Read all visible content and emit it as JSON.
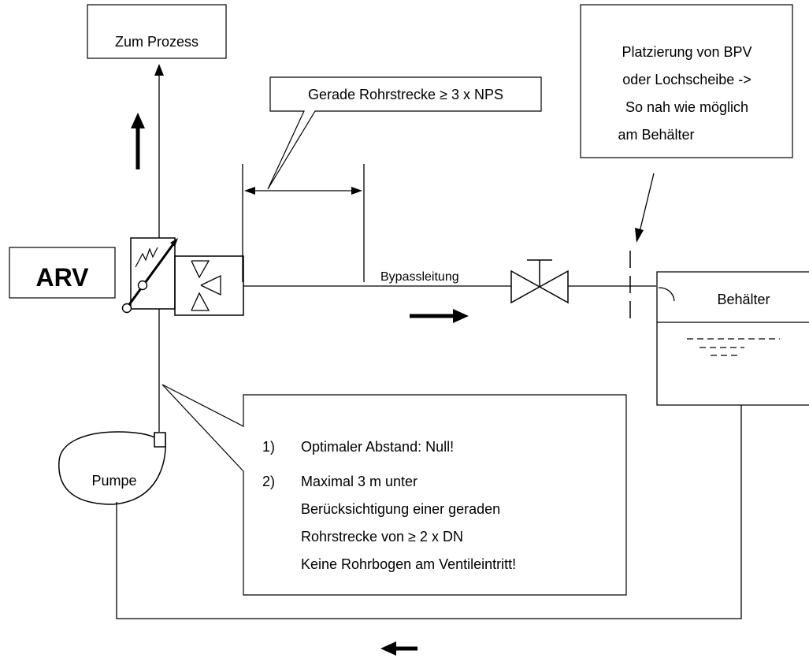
{
  "labels": {
    "process": "Zum Prozess",
    "arv": "ARV",
    "straight_pipe": "Gerade Rohrstrecke ≥ 3 x NPS",
    "placement_lines": [
      "Platzierung von BPV",
      "oder Lochscheibe ->",
      "So nah wie möglich",
      "am Behälter"
    ],
    "bypass": "Bypassleitung",
    "tank": "Behälter",
    "pump": "Pumpe"
  },
  "notes": [
    {
      "num": "1)",
      "lines": [
        "Optimaler Abstand: Null!"
      ]
    },
    {
      "num": "2)",
      "lines": [
        "Maximal 3 m unter",
        "Berücksichtigung einer geraden",
        "Rohrstrecke von ≥ 2 x DN",
        "Keine Rohrbogen am Ventileintritt!"
      ]
    }
  ]
}
